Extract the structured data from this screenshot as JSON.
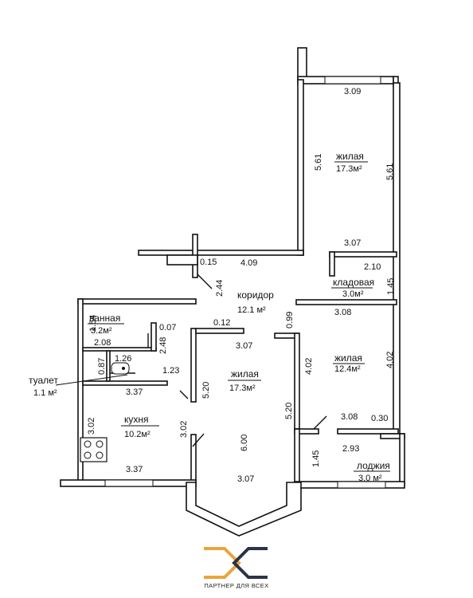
{
  "rooms": {
    "living_top": {
      "name": "жилая",
      "area": "17.3м²"
    },
    "corridor": {
      "name": "коридор",
      "area": "12.1 м²"
    },
    "storage": {
      "name": "кладовая",
      "area": "3.0м²"
    },
    "bathroom": {
      "name": "ванная",
      "area": "3.2м²"
    },
    "living_mid": {
      "name": "жилая",
      "area": "17.3м²"
    },
    "living_right": {
      "name": "жилая",
      "area": "12.4м²"
    },
    "toilet": {
      "name": "туалет",
      "area": "1.1 м²"
    },
    "kitchen": {
      "name": "кухня",
      "area": "10.2м²"
    },
    "loggia": {
      "name": "лоджия",
      "area": "3.0 м²"
    }
  },
  "dimensions": {
    "d_309": "3.09",
    "d_561a": "5.61",
    "d_561b": "5.61",
    "d_307a": "3.07",
    "d_015": "0.15",
    "d_409": "4.09",
    "d_210": "2.10",
    "d_244": "2.44",
    "d_145a": "1.45",
    "d_308a": "3.08",
    "d_099": "0.99",
    "d_154": "1.54",
    "d_007": "0.07",
    "d_012": "0.12",
    "d_248": "2.48",
    "d_208": "2.08",
    "d_307b": "3.07",
    "d_402a": "4.02",
    "d_402b": "4.02",
    "d_126": "1.26",
    "d_087": "0.87",
    "d_123": "1.23",
    "d_337a": "3.37",
    "d_520a": "5.20",
    "d_520b": "5.20",
    "d_308b": "3.08",
    "d_030": "0.30",
    "d_302a": "3.02",
    "d_302b": "3.02",
    "d_600": "6.00",
    "d_293": "2.93",
    "d_145b": "1.45",
    "d_337b": "3.37",
    "d_307c": "3.07"
  },
  "logo": {
    "text": "ПАРТНЕР ДЛЯ ВСЕХ",
    "accent": "#e9a53b",
    "ink": "#2b3446"
  }
}
